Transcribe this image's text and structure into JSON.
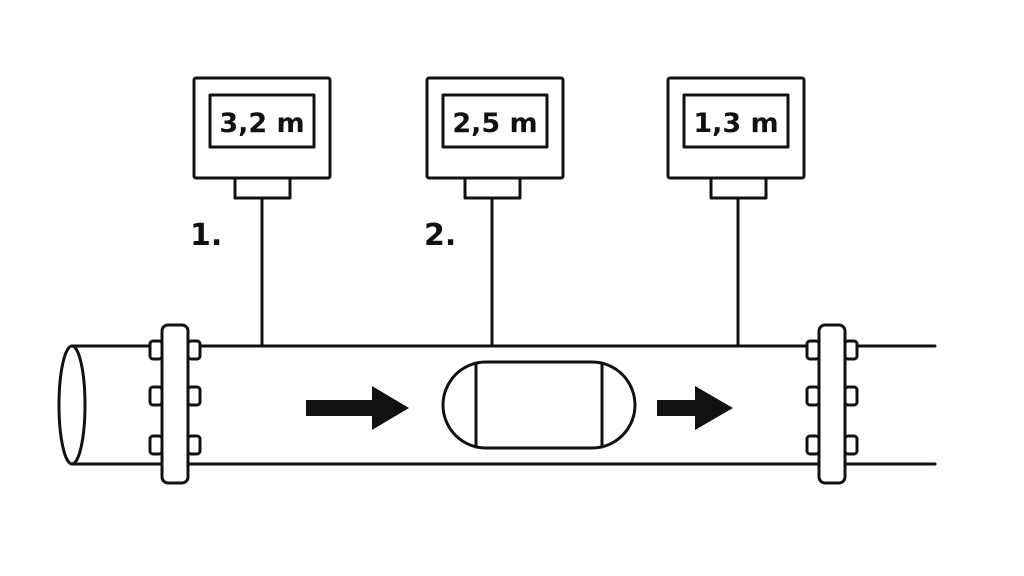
{
  "gauges": [
    {
      "reading": "3,2 m",
      "label": "1."
    },
    {
      "reading": "2,5 m",
      "label": "2."
    },
    {
      "reading": "1,3 m",
      "label": ""
    }
  ],
  "flow_direction": "right",
  "colors": {
    "line": "#111111",
    "background": "#ffffff"
  }
}
